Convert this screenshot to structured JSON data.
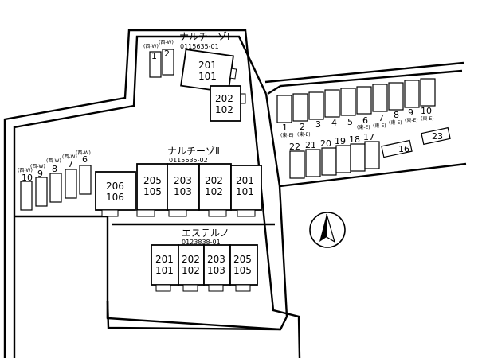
{
  "buildings": {
    "naru1": {
      "name": "ナルチーゾⅠ",
      "code": "0115635-01",
      "units": [
        {
          "top": "201",
          "bottom": "101"
        },
        {
          "top": "202",
          "bottom": "102"
        }
      ]
    },
    "naru2": {
      "name": "ナルチーゾⅡ",
      "code": "0115635-02",
      "units": [
        {
          "top": "206",
          "bottom": "106"
        },
        {
          "top": "205",
          "bottom": "105"
        },
        {
          "top": "203",
          "bottom": "103"
        },
        {
          "top": "202",
          "bottom": "102"
        },
        {
          "top": "201",
          "bottom": "101"
        }
      ]
    },
    "estelno": {
      "name": "エステルノ",
      "code": "0123838-01",
      "units": [
        {
          "top": "201",
          "bottom": "101"
        },
        {
          "top": "202",
          "bottom": "102"
        },
        {
          "top": "203",
          "bottom": "103"
        },
        {
          "top": "205",
          "bottom": "105"
        }
      ]
    }
  },
  "parking": {
    "naru1_top": [
      {
        "num": "1",
        "tag": "(西-W)"
      },
      {
        "num": "2",
        "tag": "(西-W)"
      }
    ],
    "left": [
      {
        "num": "10",
        "tag": "(西-W)"
      },
      {
        "num": "9",
        "tag": "(西-W)"
      },
      {
        "num": "8",
        "tag": "(西-W)"
      },
      {
        "num": "7",
        "tag": "(西-W)"
      },
      {
        "num": "6",
        "tag": "(西-W)"
      }
    ],
    "right_top": [
      {
        "num": "1",
        "tag": "(東-E)"
      },
      {
        "num": "2",
        "tag": "(東-E)"
      },
      {
        "num": "3",
        "tag": ""
      },
      {
        "num": "4",
        "tag": ""
      },
      {
        "num": "5",
        "tag": ""
      },
      {
        "num": "6",
        "tag": "(東-E)"
      },
      {
        "num": "7",
        "tag": "(東-E)"
      },
      {
        "num": "8",
        "tag": "(東-E)"
      },
      {
        "num": "9",
        "tag": "(東-E)"
      },
      {
        "num": "10",
        "tag": "(東-E)"
      }
    ],
    "right_bottom": [
      "22",
      "21",
      "20",
      "19",
      "18",
      "17"
    ],
    "right_extra": [
      "16",
      "23"
    ]
  },
  "compass": {
    "icon": "north-arrow-icon"
  }
}
